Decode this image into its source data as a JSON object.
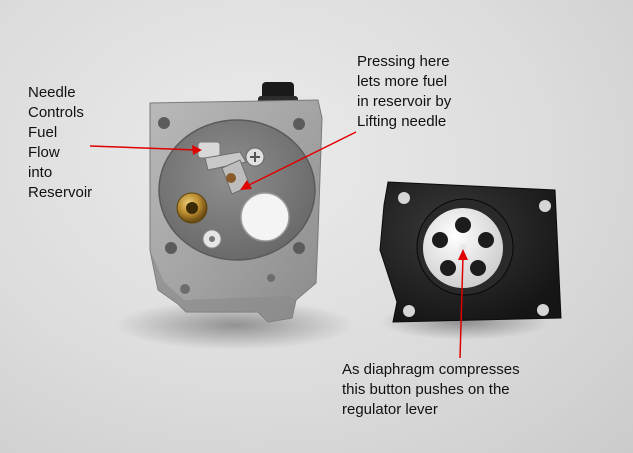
{
  "image": {
    "subject": "carburetor-body-and-metering-diaphragm",
    "background_color": "#dcdcdc",
    "arrow_color": "#e00000"
  },
  "annotations": {
    "needle": {
      "lines": [
        "Needle",
        "Controls",
        "Fuel",
        "Flow",
        "into",
        "Reservoir"
      ]
    },
    "pressing": {
      "lines": [
        "Pressing here",
        "lets more fuel",
        "in reservoir by",
        "Lifting needle"
      ]
    },
    "diaphragm": {
      "lines": [
        "As diaphragm compresses",
        "this button pushes on the",
        "regulator lever"
      ]
    }
  }
}
